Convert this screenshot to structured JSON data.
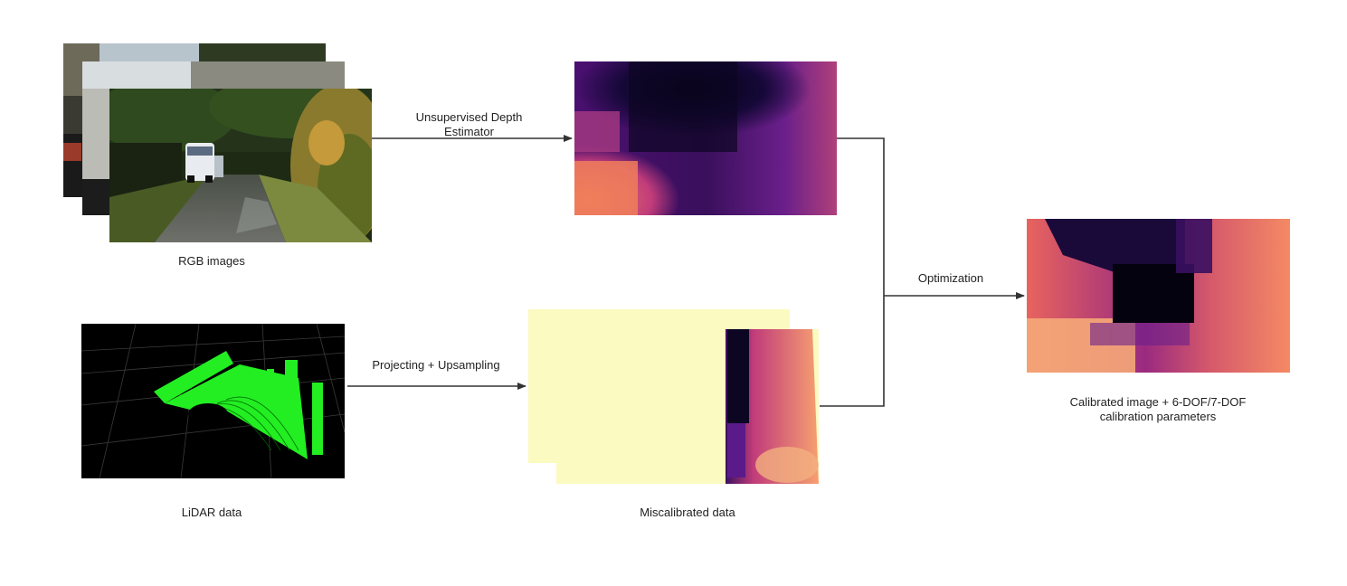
{
  "inputs": {
    "rgb_label": "RGB images",
    "lidar_label": "LiDAR data"
  },
  "edges": {
    "depth_estimator_label": "Unsupervised Depth Estimator",
    "projection_label": "Projecting + Upsampling",
    "optimization_label": "Optimization"
  },
  "outputs": {
    "miscalibrated_label": "Miscalibrated data",
    "calibrated_label_line1": "Calibrated image + 6-DOF/7-DOF",
    "calibrated_label_line2": "calibration parameters"
  },
  "colors": {
    "arrow": "#333333",
    "depth_dark": "#0d0622",
    "depth_purple": "#6a1f8a",
    "depth_magenta": "#c13c7a",
    "depth_orange": "#f2845a",
    "lidar_green": "#22ee22",
    "miscalib_yellow": "#fbfac0"
  }
}
